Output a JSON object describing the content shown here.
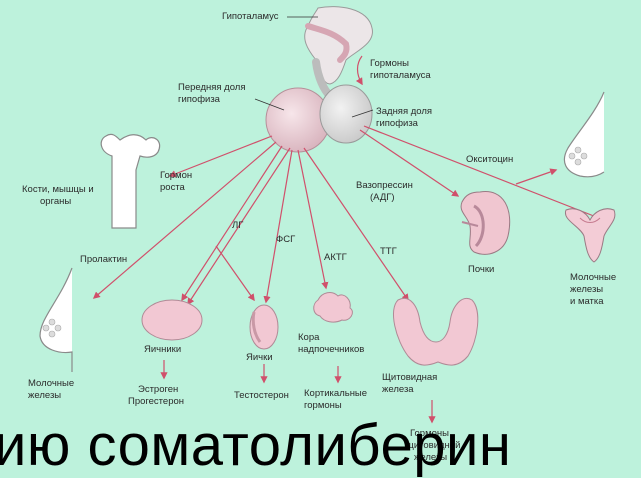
{
  "labels": {
    "hypothalamus": "Гипоталамус",
    "hyp_hormones_1": "Гормоны",
    "hyp_hormones_2": "гипоталамуса",
    "anterior_1": "Передняя доля",
    "anterior_2": "гипофиза",
    "posterior_1": "Задняя доля",
    "posterior_2": "гипофиза",
    "bones_1": "Кости, мышцы и",
    "bones_2": "органы",
    "growth_1": "Гормон",
    "growth_2": "роста",
    "oxytocin": "Окситоцин",
    "vasopressin_1": "Вазопрессин",
    "vasopressin_2": "(АДГ)",
    "kidneys": "Почки",
    "mammary_uterus_1": "Молочные",
    "mammary_uterus_2": "железы",
    "mammary_uterus_3": "и матка",
    "lh": "ЛГ",
    "fsh": "ФСГ",
    "acth": "АКТГ",
    "tsh": "ТТГ",
    "prolactin": "Пролактин",
    "mammary_1": "Молочные",
    "mammary_2": "железы",
    "ovaries": "Яичники",
    "testes": "Яички",
    "estrogen": "Эстроген",
    "progesterone": "Прогестерон",
    "testosterone": "Тестостерон",
    "adrenal_1": "Кора",
    "adrenal_2": "надпочечников",
    "cortical_1": "Кортикальные",
    "cortical_2": "гормоны",
    "thyroid_1": "Щитовидная",
    "thyroid_2": "железа",
    "thyroid_h_1": "Гормоны",
    "thyroid_h_2": "щитовидной",
    "thyroid_h_3": "железы"
  },
  "caption": "ию соматолиберин",
  "colors": {
    "background": "#bdf2dc",
    "arrow": "#d0506b",
    "gland": "#e6c7cf",
    "organ": "#f0c6d0"
  }
}
